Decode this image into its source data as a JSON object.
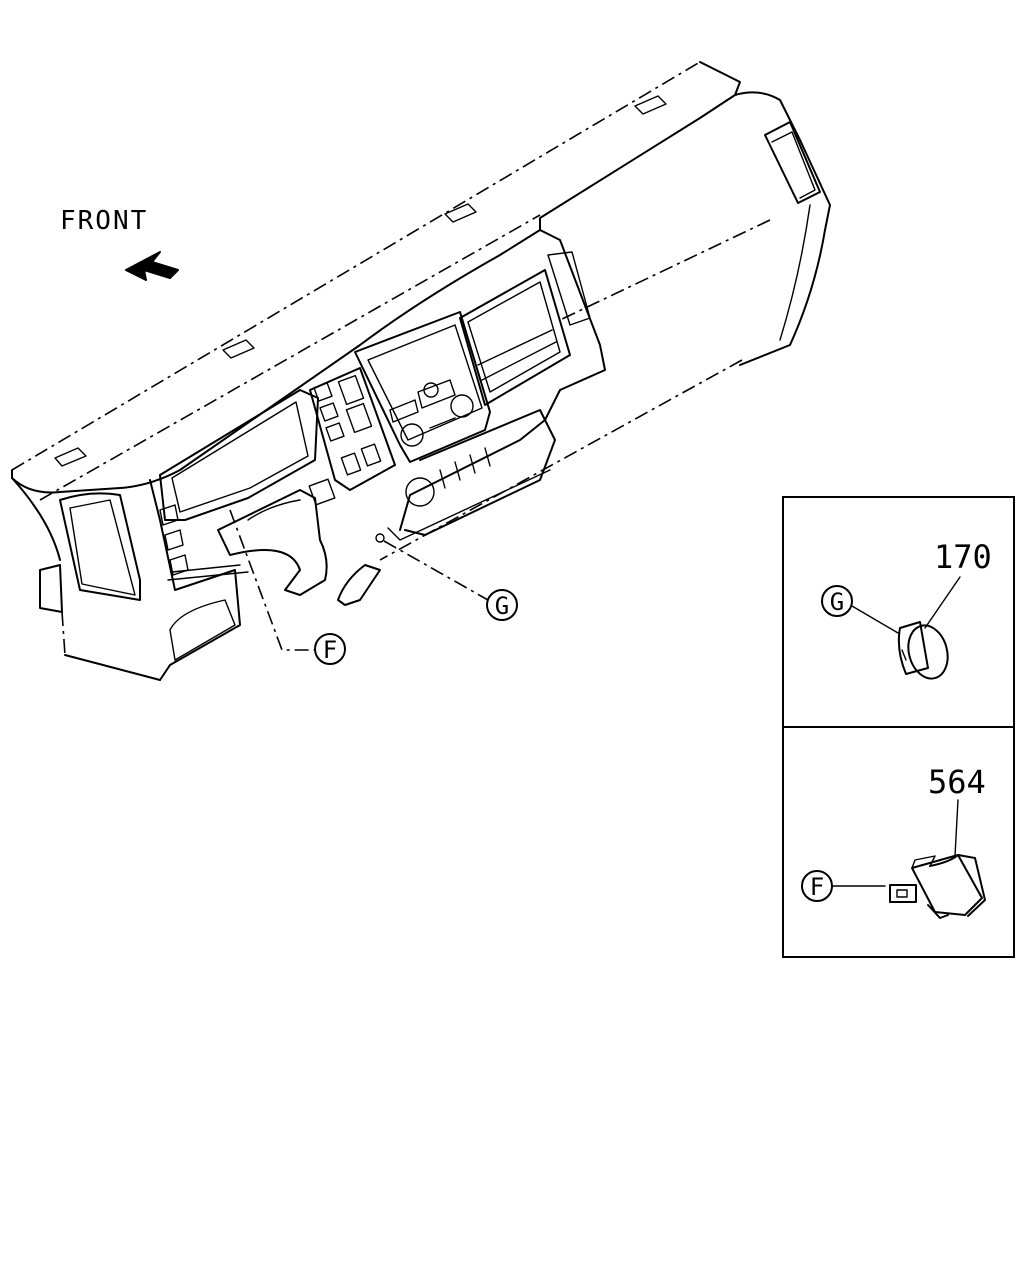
{
  "orientation": {
    "label": "FRONT",
    "icon": "arrow-up-left-icon"
  },
  "callouts": {
    "main_f": "F",
    "main_g": "G"
  },
  "detail_g": {
    "letter": "G",
    "part_number": "170"
  },
  "detail_f": {
    "letter": "F",
    "part_number": "564"
  },
  "colors": {
    "ink": "#000000",
    "paper": "#ffffff"
  }
}
